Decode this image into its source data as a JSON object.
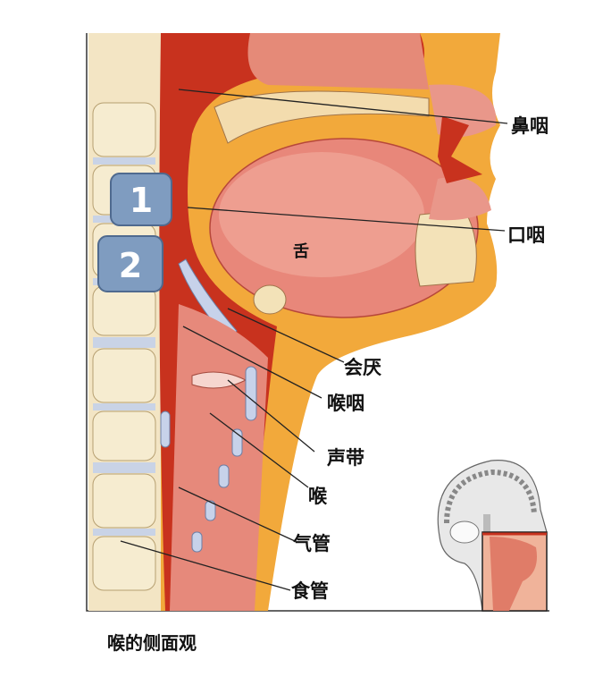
{
  "figure": {
    "caption": "喉的侧面观",
    "markers": [
      "1",
      "2"
    ],
    "labels": {
      "nasopharynx": "鼻咽",
      "oropharynx": "口咽",
      "tongue": "舌",
      "epiglottis": "会厌",
      "laryngopharynx": "喉咽",
      "vocal_cords": "声带",
      "larynx": "喉",
      "trachea": "气管",
      "esophagus": "食管"
    },
    "colors": {
      "tissue_dark": "#c8321e",
      "tissue_pink": "#e8877a",
      "skin": "#f2a93b",
      "bone": "#f3e2b8",
      "badge": "#7f9cc0"
    }
  }
}
